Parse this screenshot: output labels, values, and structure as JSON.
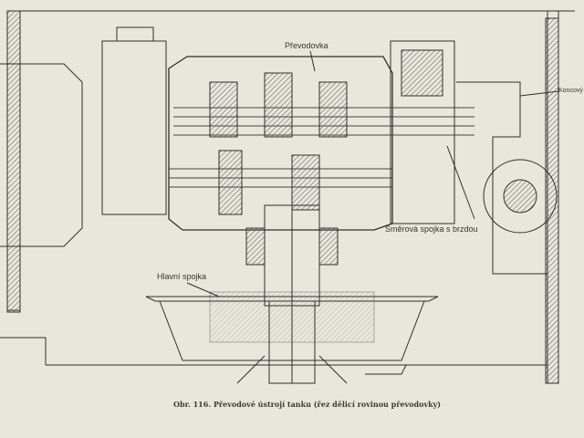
{
  "labels": {
    "gearbox": "Převodovka",
    "steering_clutch": "Směrová spojka s brzdou",
    "main_clutch": "Hlavní spojka",
    "final_drive": "Koncový"
  },
  "caption": "Obr. 116. Převodové ústrojí tanku (řez dělicí rovinou převodovky)"
}
